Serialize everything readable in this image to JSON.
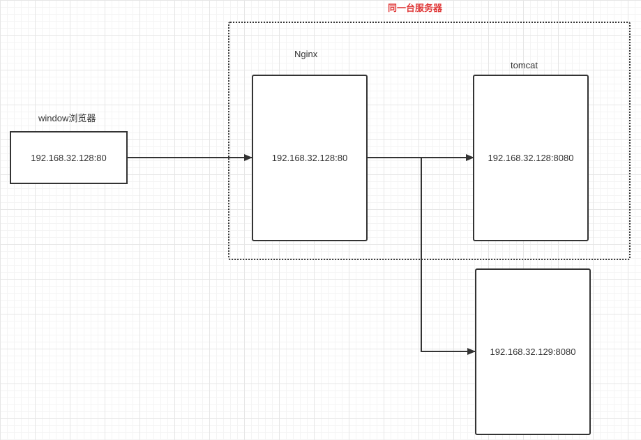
{
  "diagram": {
    "group": {
      "title": "同一台服务器",
      "title_color": "#e03a3a"
    },
    "nodes": {
      "browser": {
        "label": "window浏览器",
        "address": "192.168.32.128:80"
      },
      "nginx": {
        "label": "Nginx",
        "address": "192.168.32.128:80"
      },
      "tomcat": {
        "label": "tomcat",
        "address": "192.168.32.128:8080"
      },
      "remote": {
        "address": "192.168.32.129:8080"
      }
    },
    "colors": {
      "stroke": "#333333",
      "grid": "#e6e6e6"
    }
  }
}
